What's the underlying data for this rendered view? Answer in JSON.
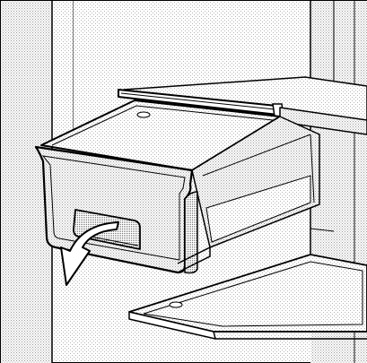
{
  "figure": {
    "subject": "refrigerator-drawer-removal-illustration",
    "elements": [
      "fridge-interior-wall",
      "upper-glass-shelf",
      "pull-out-drawer",
      "drawer-handle-grip",
      "pull-direction-arrow",
      "lower-glass-shelf"
    ]
  },
  "colors": {
    "outline": "#000000",
    "background": "#ffffff",
    "shade": "#d9d9d9",
    "shade_light": "#eeeeee",
    "shade_dark": "#b8b8b8"
  }
}
